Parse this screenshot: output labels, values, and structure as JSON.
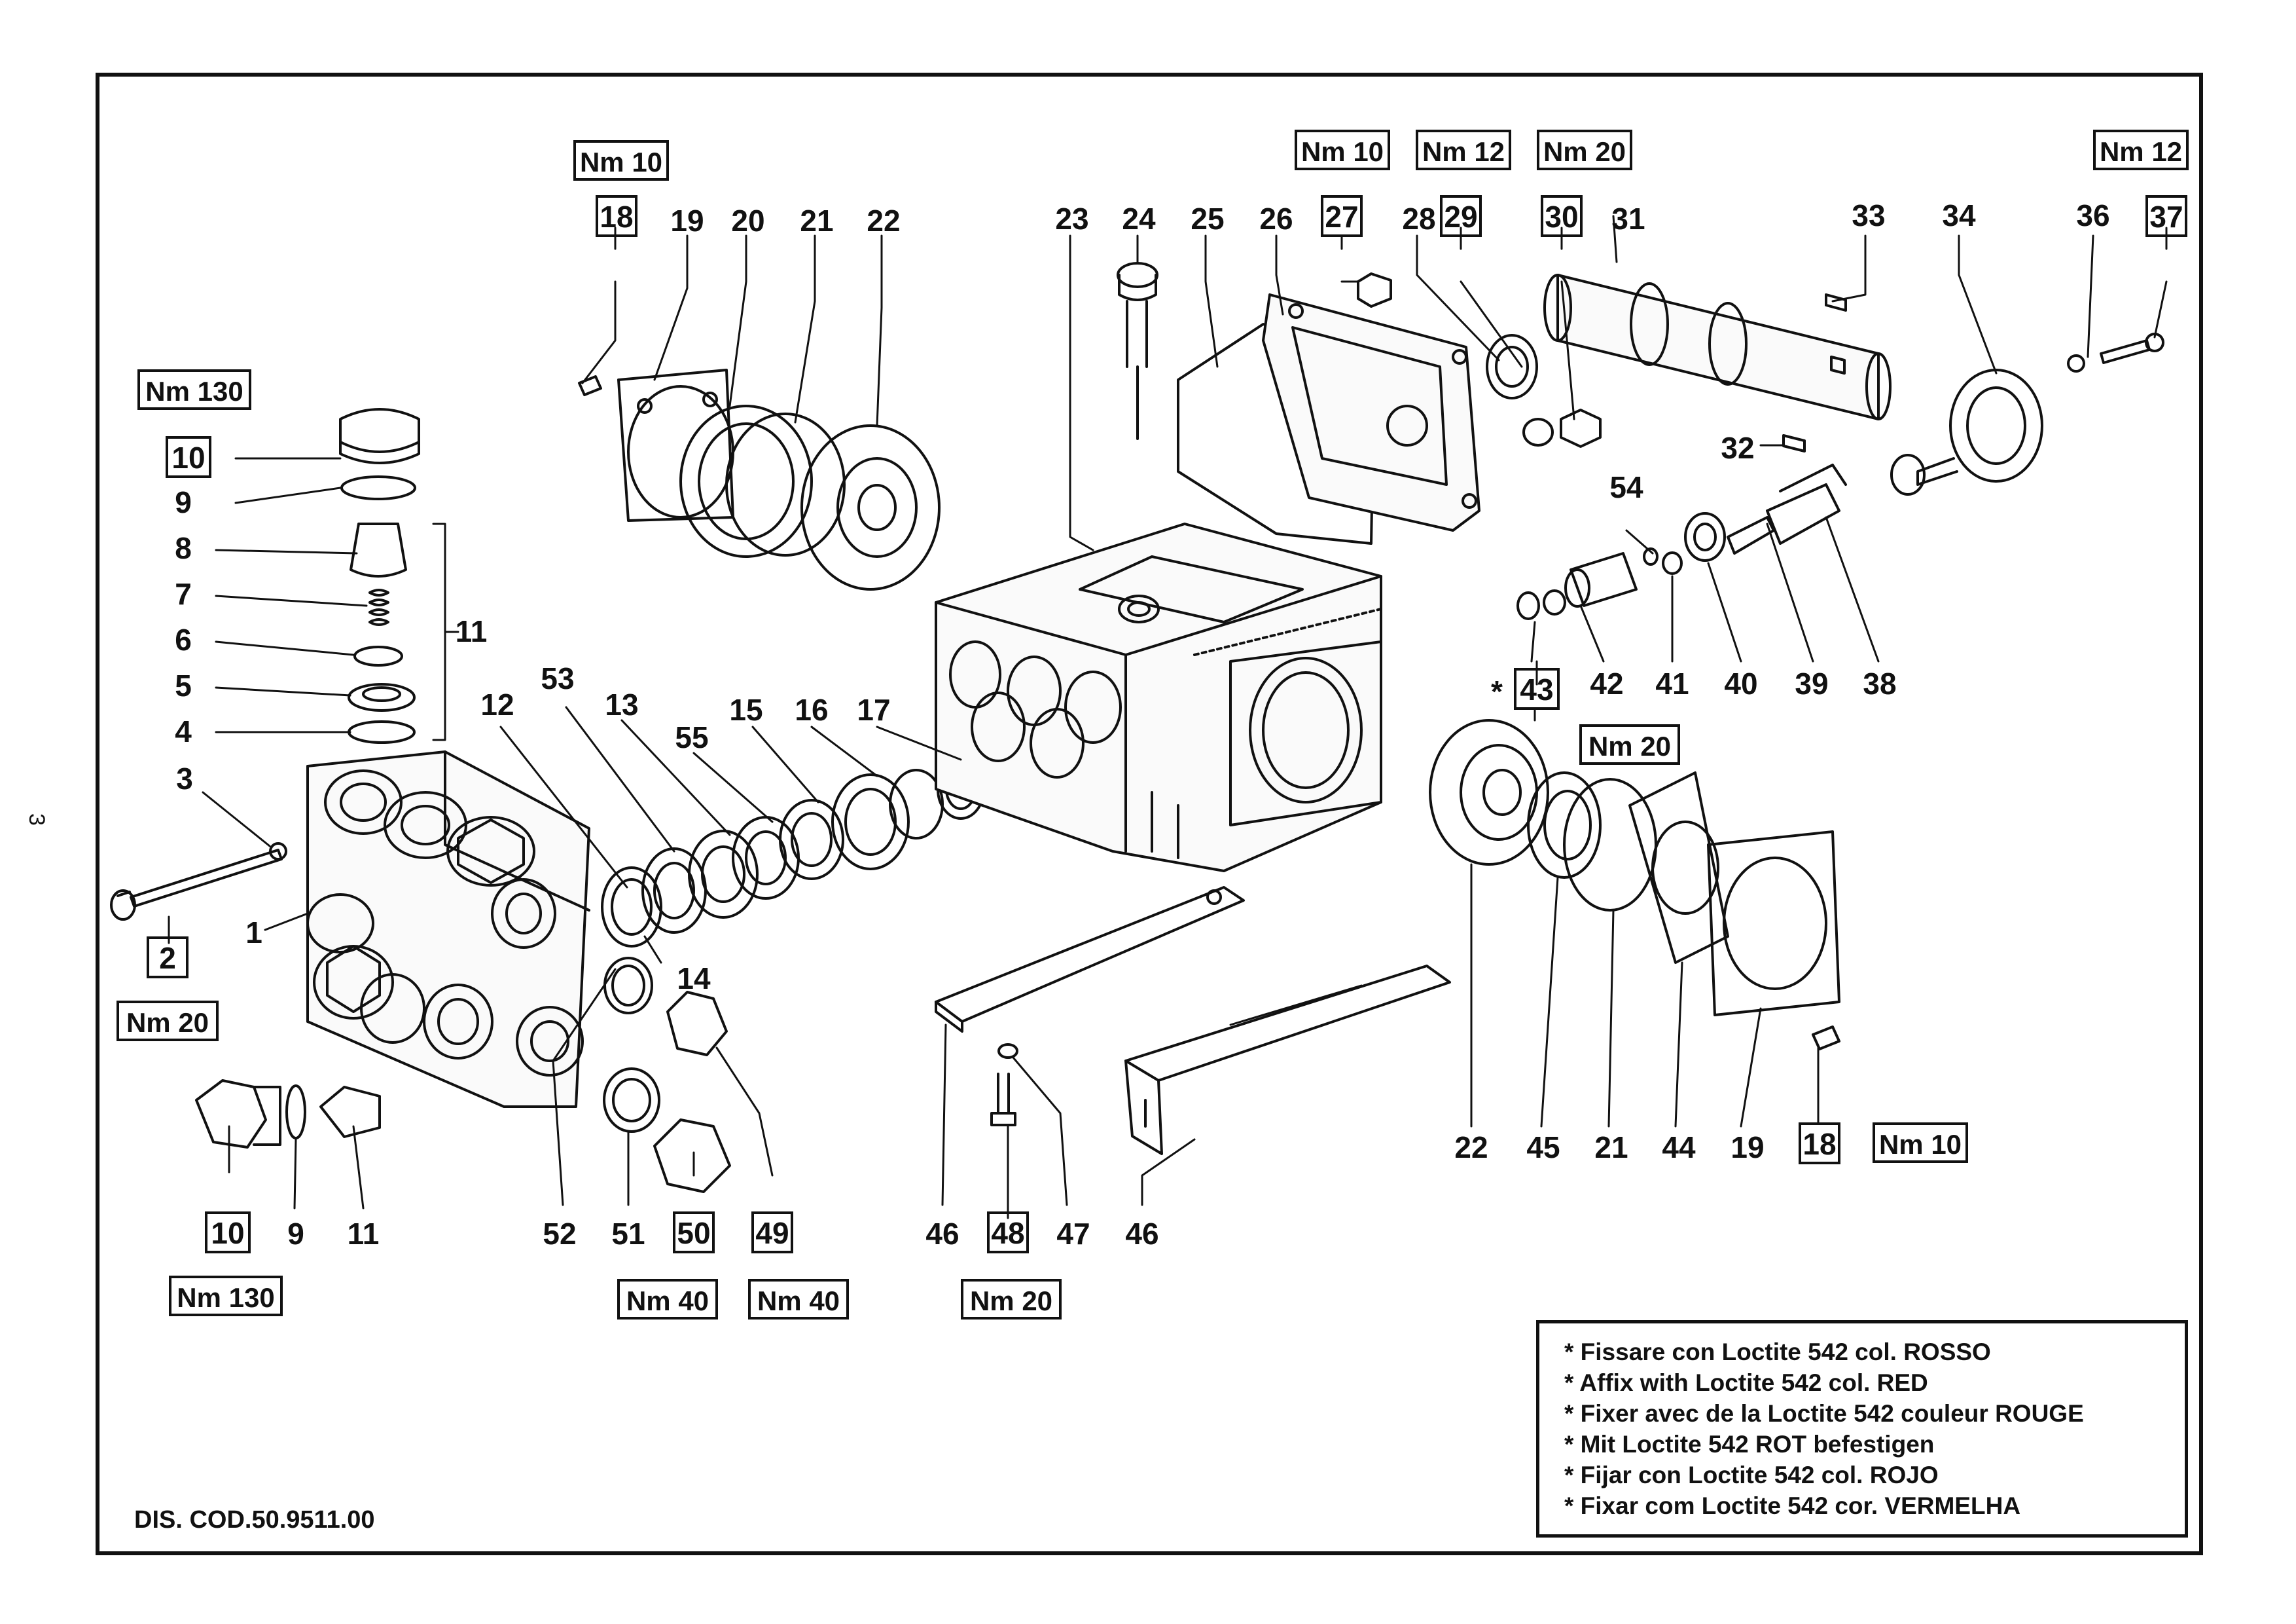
{
  "page_number": "3",
  "drawing_code": "DIS. COD.50.9511.00",
  "legend": [
    "* Fissare con Loctite 542  col. ROSSO",
    "* Affix with Loctite 542  col. RED",
    "* Fixer avec de la Loctite 542  couleur ROUGE",
    "* Mit Loctite 542  ROT befestigen",
    "* Fijar con Loctite 542  col. ROJO",
    "* Fixar com Loctite 542  cor. VERMELHA"
  ],
  "asterisk": "*",
  "part_labels": {
    "p1": "1",
    "p3": "3",
    "p4": "4",
    "p5": "5",
    "p6": "6",
    "p7": "7",
    "p8": "8",
    "p9a": "9",
    "p9b": "9",
    "p11a": "11",
    "p11b": "11",
    "p12": "12",
    "p13": "13",
    "p14": "14",
    "p15": "15",
    "p16": "16",
    "p17": "17",
    "p19a": "19",
    "p19b": "19",
    "p20": "20",
    "p21a": "21",
    "p21b": "21",
    "p22a": "22",
    "p22b": "22",
    "p23": "23",
    "p24": "24",
    "p25": "25",
    "p26": "26",
    "p28": "28",
    "p31": "31",
    "p32": "32",
    "p33": "33",
    "p34": "34",
    "p36": "36",
    "p38": "38",
    "p39": "39",
    "p40": "40",
    "p41": "41",
    "p42": "42",
    "p44": "44",
    "p45": "45",
    "p46a": "46",
    "p46b": "46",
    "p47": "47",
    "p51": "51",
    "p52": "52",
    "p53": "53",
    "p54": "54",
    "p55": "55"
  },
  "boxed_labels": {
    "b2": "2",
    "b10a": "10",
    "b10b": "10",
    "b18a": "18",
    "b18b": "18",
    "b27": "27",
    "b29": "29",
    "b30": "30",
    "b37": "37",
    "b43": "43",
    "b48": "48",
    "b49": "49",
    "b50": "50"
  },
  "torque_labels": {
    "t_18a": "Nm 10",
    "t_27": "Nm 10",
    "t_29": "Nm 12",
    "t_30": "Nm 20",
    "t_37": "Nm 12",
    "t_10a": "Nm 130",
    "t_2": "Nm 20",
    "t_10b": "Nm 130",
    "t_50": "Nm 40",
    "t_49": "Nm 40",
    "t_48": "Nm 20",
    "t_43": "Nm 20",
    "t_18b": "Nm 10"
  }
}
